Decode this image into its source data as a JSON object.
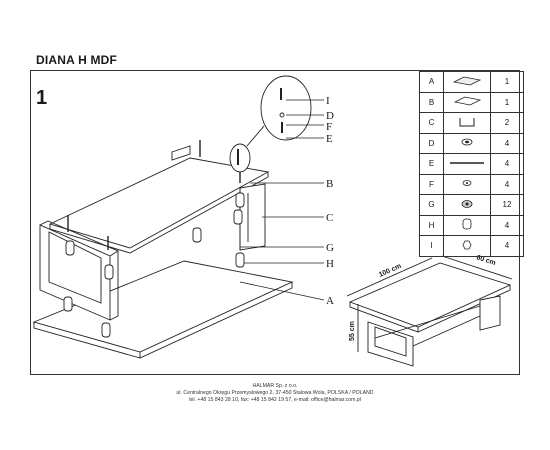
{
  "document": {
    "title": "DIANA H MDF",
    "step_number": "1"
  },
  "callouts": [
    "I",
    "D",
    "F",
    "E",
    "B",
    "C",
    "G",
    "H",
    "A"
  ],
  "dimensions": {
    "length": "100 cm",
    "width": "60 cm",
    "height": "55 cm"
  },
  "parts": [
    {
      "letter": "A",
      "icon": "glass-top-panel-icon",
      "qty": "1"
    },
    {
      "letter": "B",
      "icon": "shelf-panel-icon",
      "qty": "1"
    },
    {
      "letter": "C",
      "icon": "side-frame-icon",
      "qty": "2"
    },
    {
      "letter": "D",
      "icon": "washer-icon",
      "qty": "4"
    },
    {
      "letter": "E",
      "icon": "long-rod-icon",
      "qty": "4"
    },
    {
      "letter": "F",
      "icon": "small-washer-icon",
      "qty": "4"
    },
    {
      "letter": "G",
      "icon": "suction-pad-icon",
      "qty": "12"
    },
    {
      "letter": "H",
      "icon": "spacer-cylinder-icon",
      "qty": "4"
    },
    {
      "letter": "I",
      "icon": "cap-nut-icon",
      "qty": "4"
    }
  ],
  "footer": {
    "line1": "HALMAR Sp. z o.o.",
    "line2": "ul. Centralnego Okręgu Przemysłowego 2, 37-450 Stalowa Wola, POLSKA / POLAND",
    "line3": "tel. +48 15 843 28 10, fax: +48 15 842 19 57, e-mail: office@halmar.com.pl"
  }
}
